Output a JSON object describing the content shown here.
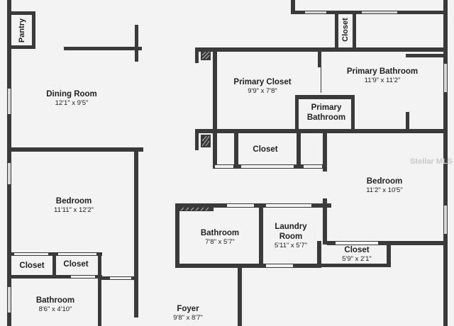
{
  "colors": {
    "wall": "#3a3a3a",
    "floor": "#f3f3f3",
    "window": "#bfbfbf"
  },
  "rooms": {
    "pantry": {
      "name": "Pantry"
    },
    "closet_top": {
      "name": "Closet"
    },
    "dining": {
      "name": "Dining Room",
      "dim": "12'1\" x 9'5\""
    },
    "primary_closet": {
      "name": "Primary Closet",
      "dim": "9'9\" x 7'8\""
    },
    "primary_bath": {
      "name": "Primary Bathroom",
      "dim": "11'9\" x 11'2\""
    },
    "primary_bath_small": {
      "name_line1": "Primary",
      "name_line2": "Bathroom"
    },
    "closet_mid": {
      "name": "Closet"
    },
    "bedroom_left": {
      "name": "Bedroom",
      "dim": "11'11\" x 12'2\""
    },
    "bedroom_right": {
      "name": "Bedroom",
      "dim": "11'2\" x 10'5\""
    },
    "bathroom_mid": {
      "name": "Bathroom",
      "dim": "7'8\" x 5'7\""
    },
    "laundry": {
      "name_line1": "Laundry",
      "name_line2": "Room",
      "dim": "5'11\" x 5'7\""
    },
    "closet_right": {
      "name": "Closet",
      "dim": "5'9\" x 2'1\""
    },
    "closet_left1": {
      "name": "Closet"
    },
    "closet_left2": {
      "name": "Closet"
    },
    "bathroom_left": {
      "name": "Bathroom",
      "dim": "8'6\" x 4'10\""
    },
    "foyer": {
      "name": "Foyer",
      "dim": "9'8\" x 8'7\""
    }
  },
  "watermark": "Stellar MLS"
}
